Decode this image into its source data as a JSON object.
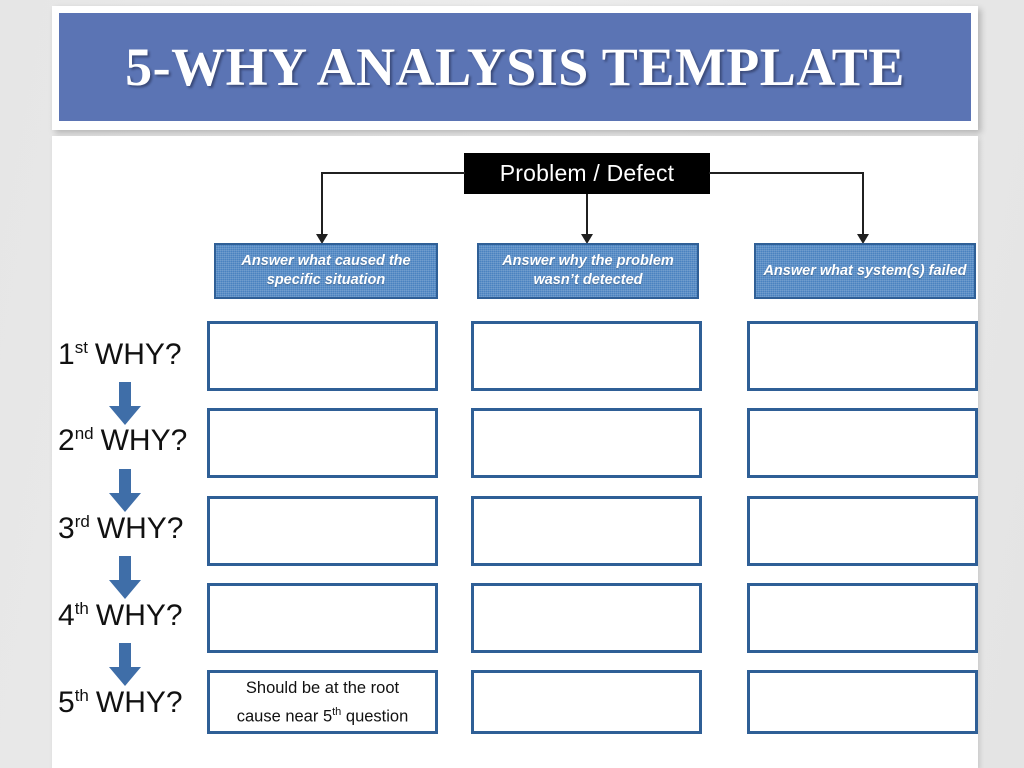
{
  "slide": {
    "title": "5-WHY ANALYSIS TEMPLATE",
    "banner_color": "#5b74b4",
    "box_border_color": "#2f5f96",
    "header_fill_color": "#4a82c0",
    "arrow_color": "#3f6ea8"
  },
  "diagram": {
    "root_node": {
      "label": "Problem / Defect",
      "background": "#000000",
      "text_color": "#ffffff"
    },
    "columns": [
      {
        "header": "Answer what caused the specific situation"
      },
      {
        "header": "Answer why the problem wasn’t detected"
      },
      {
        "header": "Answer what system(s) failed"
      }
    ],
    "rows": [
      {
        "ordinal": "1",
        "ordinal_suffix": "st",
        "word": "WHY?",
        "cells": [
          "",
          "",
          ""
        ]
      },
      {
        "ordinal": "2",
        "ordinal_suffix": "nd",
        "word": "WHY?",
        "cells": [
          "",
          "",
          ""
        ]
      },
      {
        "ordinal": "3",
        "ordinal_suffix": "rd",
        "word": "WHY?",
        "cells": [
          "",
          "",
          ""
        ]
      },
      {
        "ordinal": "4",
        "ordinal_suffix": "th",
        "word": "WHY?",
        "cells": [
          "",
          "",
          ""
        ]
      },
      {
        "ordinal": "5",
        "ordinal_suffix": "th",
        "word": "WHY?",
        "cells": [
          "",
          "",
          ""
        ]
      }
    ],
    "root_cause_note": {
      "line1": "Should be at the root",
      "line2_before": "cause near 5",
      "line2_sup": "th",
      "line2_after": " question"
    }
  }
}
